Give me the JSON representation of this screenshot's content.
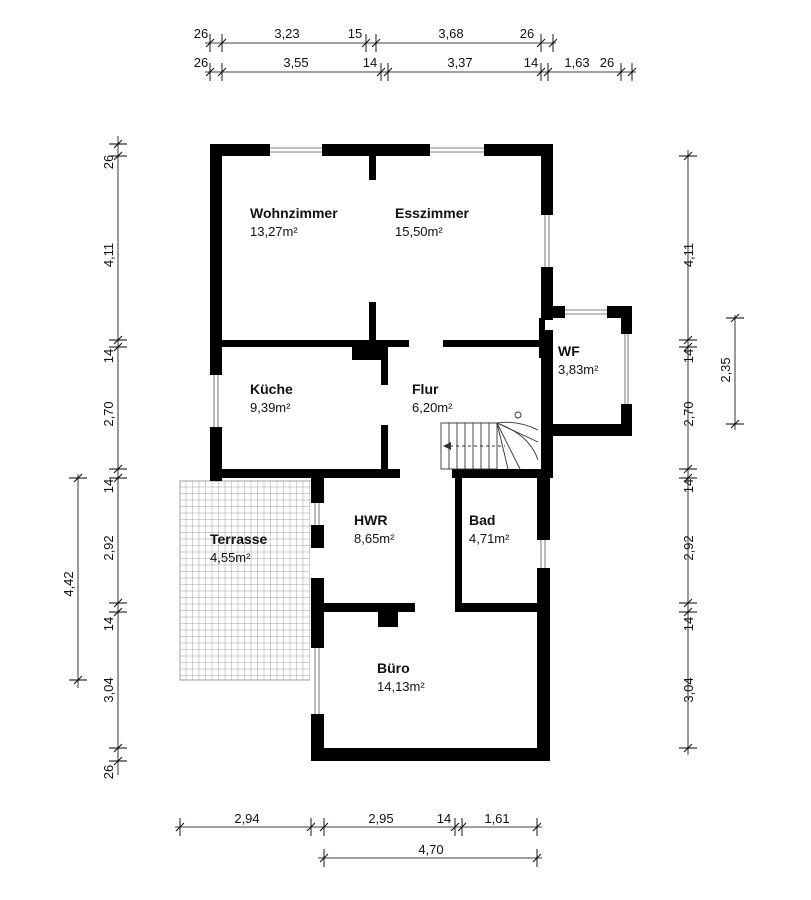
{
  "rooms": {
    "wohnzimmer": {
      "name": "Wohnzimmer",
      "area": "13,27m²"
    },
    "esszimmer": {
      "name": "Esszimmer",
      "area": "15,50m²"
    },
    "kueche": {
      "name": "Küche",
      "area": "9,39m²"
    },
    "flur": {
      "name": "Flur",
      "area": "6,20m²"
    },
    "wf": {
      "name": "WF",
      "area": "3,83m²"
    },
    "hwr": {
      "name": "HWR",
      "area": "8,65m²"
    },
    "bad": {
      "name": "Bad",
      "area": "4,71m²"
    },
    "terrasse": {
      "name": "Terrasse",
      "area": "4,55m²"
    },
    "buero": {
      "name": "Büro",
      "area": "14,13m²"
    }
  },
  "dimensions": {
    "top_row1": [
      "26",
      "3,23",
      "15",
      "3,68",
      "26"
    ],
    "top_row2": [
      "26",
      "3,55",
      "14",
      "3,37",
      "14",
      "1,63",
      "26"
    ],
    "left": [
      "26",
      "4,11",
      "14",
      "2,70",
      "14",
      "2,92",
      "14",
      "3,04",
      "26"
    ],
    "left_outer": "4,42",
    "right": [
      "4,11",
      "14",
      "2,70",
      "14",
      "2,92",
      "14",
      "3,04"
    ],
    "right_outer": "2,35",
    "bottom_row1": [
      "2,94",
      "2,95",
      "14",
      "1,61"
    ],
    "bottom_row2": "4,70"
  }
}
